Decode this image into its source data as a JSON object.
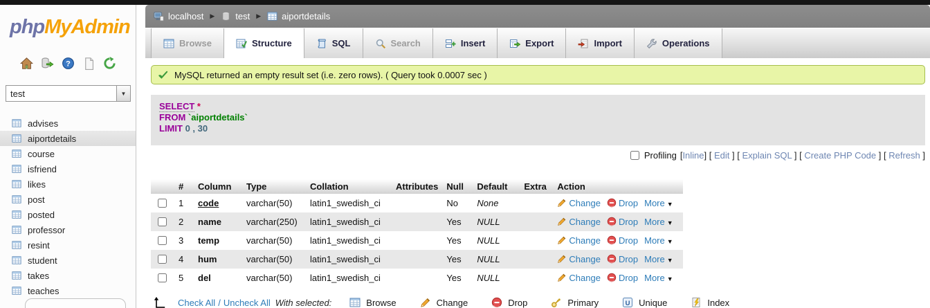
{
  "logo": {
    "php": "php",
    "myadmin": "MyAdmin"
  },
  "nav_icons": [
    "home-icon",
    "logout-icon",
    "help-icon",
    "docs-icon",
    "refresh-icon"
  ],
  "sidebar": {
    "db_select_value": "test",
    "selected_table": "aiportdetails",
    "tables": [
      "advises",
      "aiportdetails",
      "course",
      "isfriend",
      "likes",
      "post",
      "posted",
      "professor",
      "resint",
      "student",
      "takes",
      "teaches"
    ]
  },
  "breadcrumb": [
    {
      "icon": "server-icon",
      "label": "localhost"
    },
    {
      "icon": "database-icon",
      "label": "test"
    },
    {
      "icon": "table-icon",
      "label": "aiportdetails"
    }
  ],
  "tabs": [
    {
      "icon": "browse-icon",
      "label": "Browse",
      "state": "disabled"
    },
    {
      "icon": "structure-icon",
      "label": "Structure",
      "state": "active"
    },
    {
      "icon": "sql-icon",
      "label": "SQL",
      "state": "normal"
    },
    {
      "icon": "search-icon",
      "label": "Search",
      "state": "disabled"
    },
    {
      "icon": "insert-icon",
      "label": "Insert",
      "state": "normal"
    },
    {
      "icon": "export-icon",
      "label": "Export",
      "state": "normal"
    },
    {
      "icon": "import-icon",
      "label": "Import",
      "state": "normal"
    },
    {
      "icon": "operations-icon",
      "label": "Operations",
      "state": "normal"
    }
  ],
  "message": {
    "text": "MySQL returned an empty result set (i.e. zero rows). ( Query took 0.0007 sec )"
  },
  "sql_query": {
    "keyword_select": "SELECT",
    "star": "*",
    "keyword_from": "FROM",
    "table_ref": "`aiportdetails`",
    "keyword_limit": "LIMIT",
    "limit_values": "0 , 30"
  },
  "profiling": {
    "label": "Profiling",
    "links": [
      "Inline",
      "Edit",
      "Explain SQL",
      "Create PHP Code",
      "Refresh"
    ]
  },
  "structure": {
    "headers": [
      "#",
      "Column",
      "Type",
      "Collation",
      "Attributes",
      "Null",
      "Default",
      "Extra",
      "Action"
    ],
    "actions": {
      "change": "Change",
      "drop": "Drop",
      "more": "More"
    },
    "rows": [
      {
        "num": "1",
        "column": "code",
        "key": true,
        "type": "varchar(50)",
        "collation": "latin1_swedish_ci",
        "attributes": "",
        "null": "No",
        "default": "None",
        "extra": ""
      },
      {
        "num": "2",
        "column": "name",
        "key": false,
        "type": "varchar(250)",
        "collation": "latin1_swedish_ci",
        "attributes": "",
        "null": "Yes",
        "default": "NULL",
        "extra": ""
      },
      {
        "num": "3",
        "column": "temp",
        "key": false,
        "type": "varchar(50)",
        "collation": "latin1_swedish_ci",
        "attributes": "",
        "null": "Yes",
        "default": "NULL",
        "extra": ""
      },
      {
        "num": "4",
        "column": "hum",
        "key": false,
        "type": "varchar(50)",
        "collation": "latin1_swedish_ci",
        "attributes": "",
        "null": "Yes",
        "default": "NULL",
        "extra": ""
      },
      {
        "num": "5",
        "column": "del",
        "key": false,
        "type": "varchar(50)",
        "collation": "latin1_swedish_ci",
        "attributes": "",
        "null": "Yes",
        "default": "NULL",
        "extra": ""
      }
    ]
  },
  "footer": {
    "check_all": "Check All",
    "separator": "/",
    "uncheck_all": "Uncheck All",
    "with_selected": "With selected:",
    "buttons": [
      {
        "icon": "browse-icon",
        "label": "Browse"
      },
      {
        "icon": "pencil-icon",
        "label": "Change"
      },
      {
        "icon": "drop-icon",
        "label": "Drop"
      },
      {
        "icon": "key-icon",
        "label": "Primary"
      },
      {
        "icon": "unique-icon",
        "label": "Unique"
      },
      {
        "icon": "index-icon",
        "label": "Index"
      }
    ]
  }
}
